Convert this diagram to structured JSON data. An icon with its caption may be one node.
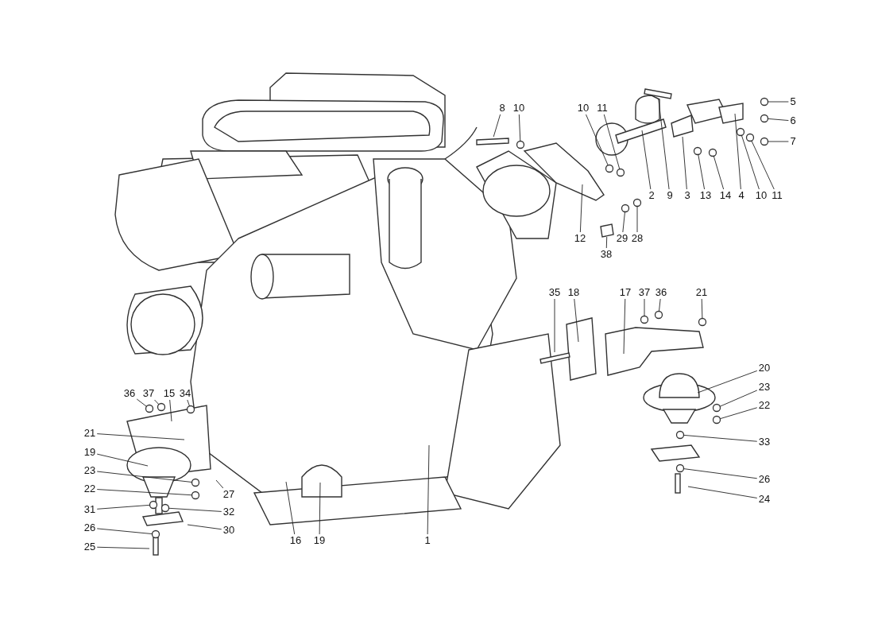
{
  "diagram": {
    "nodes": [
      {
        "text": [
          "8"
        ]
      },
      {
        "text": [
          "10"
        ]
      },
      {
        "text": [
          "10"
        ]
      },
      {
        "text": [
          "11"
        ]
      },
      {
        "text": [
          "5"
        ]
      },
      {
        "text": [
          "6"
        ]
      },
      {
        "text": [
          "7"
        ]
      },
      {
        "text": [
          "2"
        ]
      },
      {
        "text": [
          "9"
        ]
      },
      {
        "text": [
          "3"
        ]
      },
      {
        "text": [
          "13"
        ]
      },
      {
        "text": [
          "14"
        ]
      },
      {
        "text": [
          "4"
        ]
      },
      {
        "text": [
          "10"
        ]
      },
      {
        "text": [
          "11"
        ]
      },
      {
        "text": [
          "12"
        ]
      },
      {
        "text": [
          "29"
        ]
      },
      {
        "text": [
          "28"
        ]
      },
      {
        "text": [
          "38"
        ]
      },
      {
        "text": [
          "35"
        ]
      },
      {
        "text": [
          "18"
        ]
      },
      {
        "text": [
          "17"
        ]
      },
      {
        "text": [
          "37"
        ]
      },
      {
        "text": [
          "36"
        ]
      },
      {
        "text": [
          "21"
        ]
      },
      {
        "text": [
          "20"
        ]
      },
      {
        "text": [
          "23"
        ]
      },
      {
        "text": [
          "22"
        ]
      },
      {
        "text": [
          "33"
        ]
      },
      {
        "text": [
          "26"
        ]
      },
      {
        "text": [
          "24"
        ]
      },
      {
        "text": [
          "36"
        ]
      },
      {
        "text": [
          "37"
        ]
      },
      {
        "text": [
          "15"
        ]
      },
      {
        "text": [
          "34"
        ]
      },
      {
        "text": [
          "21"
        ]
      },
      {
        "text": [
          "19"
        ]
      },
      {
        "text": [
          "23"
        ]
      },
      {
        "text": [
          "22"
        ]
      },
      {
        "text": [
          "31"
        ]
      },
      {
        "text": [
          "26"
        ]
      },
      {
        "text": [
          "25"
        ]
      },
      {
        "text": [
          "27"
        ]
      },
      {
        "text": [
          "32"
        ]
      },
      {
        "text": [
          "30"
        ]
      },
      {
        "text": [
          "16"
        ]
      },
      {
        "text": [
          "19"
        ]
      },
      {
        "text": [
          "1"
        ]
      },
      {
        "text": [],
        "shape": "circle"
      },
      {
        "text": [],
        "shape": "circle"
      },
      {
        "text": [],
        "shape": "circle"
      },
      {
        "text": [],
        "shape": "circle"
      },
      {
        "text": [],
        "shape": "circle"
      },
      {
        "text": [],
        "shape": "circle"
      },
      {
        "text": [],
        "shape": "circle"
      },
      {
        "text": [],
        "shape": "circle"
      },
      {
        "text": [],
        "shape": "circle"
      },
      {
        "text": [],
        "shape": "circle"
      },
      {
        "text": [],
        "shape": "circle"
      },
      {
        "text": [],
        "shape": "circle"
      },
      {
        "text": [],
        "shape": "circle"
      },
      {
        "text": [],
        "shape": "circle"
      },
      {
        "text": [],
        "shape": "circle"
      },
      {
        "text": [],
        "shape": "circle"
      },
      {
        "text": [],
        "shape": "circle"
      },
      {
        "text": [],
        "shape": "circle"
      },
      {
        "text": [],
        "shape": "circle"
      },
      {
        "text": [],
        "shape": "circle"
      },
      {
        "text": [],
        "shape": "circle"
      },
      {
        "text": [],
        "shape": "circle"
      },
      {
        "text": [],
        "shape": "circle"
      },
      {
        "text": [],
        "shape": "circle"
      },
      {
        "text": [],
        "shape": "circle"
      },
      {
        "text": [],
        "shape": "circle"
      },
      {
        "text": [],
        "shape": "circle"
      },
      {
        "text": [],
        "shape": "bar"
      },
      {
        "text": [],
        "shape": "bar"
      },
      {
        "text": [],
        "shape": "bar"
      },
      {
        "text": [],
        "shape": "bar"
      },
      {
        "text": [],
        "shape": "cylinder"
      }
    ],
    "edges": [
      {
        "from": 0,
        "to": 75,
        "arrow": "none"
      },
      {
        "from": 1,
        "to": 48,
        "arrow": "none"
      },
      {
        "from": 2,
        "to": 49,
        "arrow": "none"
      },
      {
        "from": 3,
        "to": 50,
        "arrow": "none"
      },
      {
        "from": 4,
        "to": 51,
        "arrow": "none"
      },
      {
        "from": 5,
        "to": 52,
        "arrow": "none"
      },
      {
        "from": 6,
        "to": 53,
        "arrow": "none"
      },
      {
        "from": 7,
        "to": null,
        "arrow": "none"
      },
      {
        "from": 8,
        "to": 76,
        "arrow": "none"
      },
      {
        "from": 9,
        "to": 79,
        "arrow": "none"
      },
      {
        "from": 10,
        "to": 54,
        "arrow": "none"
      },
      {
        "from": 11,
        "to": 55,
        "arrow": "none"
      },
      {
        "from": 12,
        "to": null,
        "arrow": "none"
      },
      {
        "from": 13,
        "to": 56,
        "arrow": "none"
      },
      {
        "from": 14,
        "to": 57,
        "arrow": "none"
      },
      {
        "from": 15,
        "to": null,
        "arrow": "none"
      },
      {
        "from": 16,
        "to": 58,
        "arrow": "none"
      },
      {
        "from": 17,
        "to": 59,
        "arrow": "none"
      },
      {
        "from": 18,
        "to": 77,
        "arrow": "none"
      },
      {
        "from": 19,
        "to": 78,
        "arrow": "none"
      },
      {
        "from": 20,
        "to": null,
        "arrow": "none"
      },
      {
        "from": 21,
        "to": null,
        "arrow": "none"
      },
      {
        "from": 22,
        "to": 60,
        "arrow": "none"
      },
      {
        "from": 23,
        "to": 61,
        "arrow": "none"
      },
      {
        "from": 24,
        "to": 62,
        "arrow": "none"
      },
      {
        "from": 25,
        "to": null,
        "arrow": "none"
      },
      {
        "from": 26,
        "to": 63,
        "arrow": "none"
      },
      {
        "from": 27,
        "to": 64,
        "arrow": "none"
      },
      {
        "from": 28,
        "to": 65,
        "arrow": "none"
      },
      {
        "from": 29,
        "to": 66,
        "arrow": "none"
      },
      {
        "from": 30,
        "to": null,
        "arrow": "none"
      },
      {
        "from": 31,
        "to": 67,
        "arrow": "none"
      },
      {
        "from": 32,
        "to": 68,
        "arrow": "none"
      },
      {
        "from": 33,
        "to": null,
        "arrow": "none"
      },
      {
        "from": 34,
        "to": 69,
        "arrow": "none"
      },
      {
        "from": 35,
        "to": null,
        "arrow": "none"
      },
      {
        "from": 36,
        "to": null,
        "arrow": "none"
      },
      {
        "from": 37,
        "to": 70,
        "arrow": "none"
      },
      {
        "from": 38,
        "to": 71,
        "arrow": "none"
      },
      {
        "from": 39,
        "to": 72,
        "arrow": "none"
      },
      {
        "from": 40,
        "to": 73,
        "arrow": "none"
      },
      {
        "from": 41,
        "to": null,
        "arrow": "none"
      },
      {
        "from": 42,
        "to": null,
        "arrow": "none"
      },
      {
        "from": 43,
        "to": 74,
        "arrow": "none"
      },
      {
        "from": 44,
        "to": null,
        "arrow": "none"
      },
      {
        "from": 45,
        "to": null,
        "arrow": "none"
      },
      {
        "from": 46,
        "to": null,
        "arrow": "none"
      },
      {
        "from": 47,
        "to": null,
        "arrow": "none"
      }
    ]
  }
}
